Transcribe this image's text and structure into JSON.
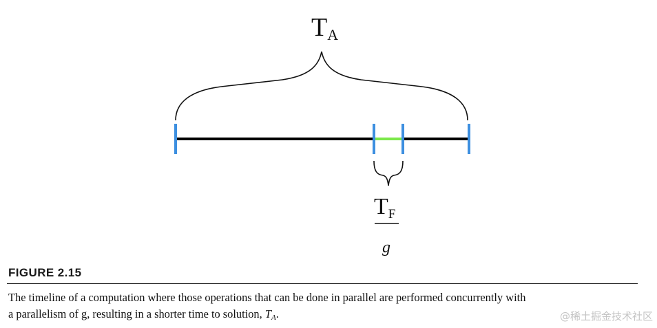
{
  "diagram": {
    "overall_label": {
      "main": "T",
      "sub": "A"
    },
    "parallel_label": {
      "main": "T",
      "sub": "F"
    },
    "divisor_label": "g",
    "colors": {
      "timeline": "#000000",
      "ticks": "#3d8fe0",
      "parallel_segment": "#7ce84a",
      "braces": "#111111"
    }
  },
  "figure": {
    "label": "FIGURE 2.15",
    "caption_line1": "The timeline of a computation where those operations that can be done in parallel are performed concurrently with",
    "caption_line2": "a parallelism of g, resulting in a shorter time to solution, ",
    "caption_math": {
      "main": "T",
      "sub": "A"
    },
    "caption_end": "."
  },
  "watermark": "@稀土掘金技术社区"
}
